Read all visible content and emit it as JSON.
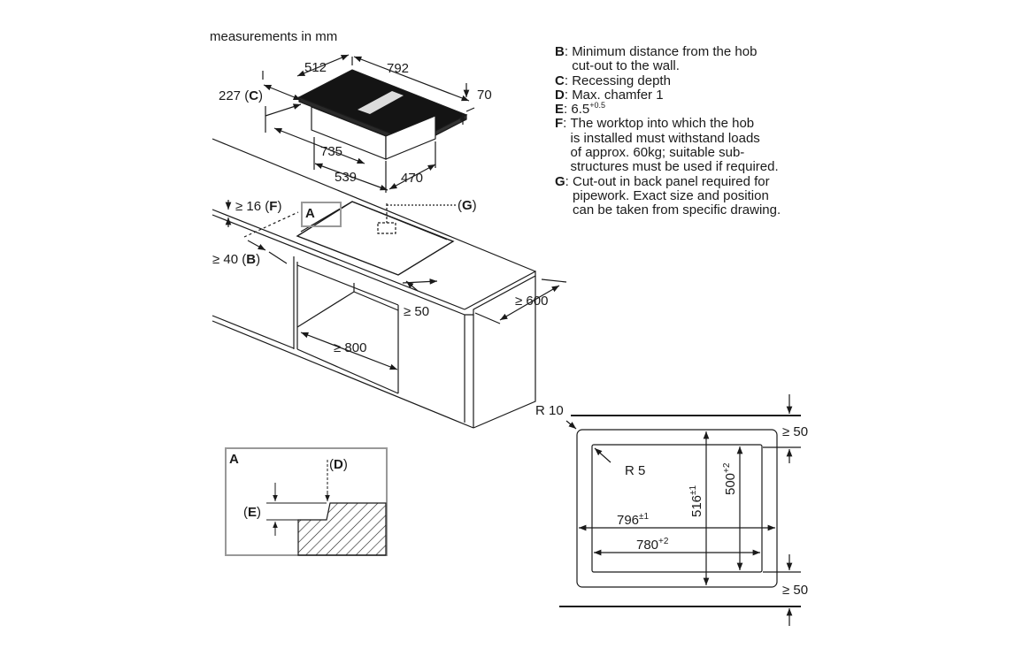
{
  "header": {
    "units": "measurements in mm"
  },
  "notes": [
    {
      "key": "B",
      "lines": [
        "Minimum distance from the hob",
        "cut-out to the wall."
      ]
    },
    {
      "key": "C",
      "lines": [
        "Recessing depth"
      ]
    },
    {
      "key": "D",
      "lines": [
        "Max. chamfer 1"
      ]
    },
    {
      "key": "E",
      "lines": [
        "6.5"
      ],
      "sup": "+0.5"
    },
    {
      "key": "F",
      "lines": [
        "The worktop into which the hob",
        "is installed must withstand loads",
        "of approx. 60kg; suitable sub-",
        "structures must be used if required."
      ]
    },
    {
      "key": "G",
      "lines": [
        "Cut-out in back panel required for",
        "pipework. Exact size and position",
        "can be taken from specific drawing."
      ]
    }
  ],
  "hob_dims": {
    "width": "792",
    "depth": "512",
    "height": "70",
    "recess_value": "227",
    "recess_key": "C",
    "base_width": "735",
    "base_side": "539",
    "base_depth": "470"
  },
  "install_dims": {
    "worktop_thickness_prefix": "≥ 16",
    "worktop_thickness_key": "F",
    "wall_distance_prefix": "≥ 40",
    "wall_distance_key": "B",
    "backpanel_label_key": "G",
    "detail_ref": "A",
    "front_gap": "≥ 50",
    "cabinet_width": "≥ 800",
    "worktop_depth": "≥ 600"
  },
  "detail_a": {
    "title": "A",
    "chamfer_key": "D",
    "step_key": "E"
  },
  "cutout": {
    "outer_radius": "R 10",
    "inner_radius": "R 5",
    "outer_width": "796",
    "outer_width_tol": "±1",
    "inner_width": "780",
    "inner_width_tol": "+2",
    "outer_depth": "516",
    "outer_depth_tol": "±1",
    "inner_depth": "500",
    "inner_depth_tol": "+2",
    "clearance_top": "≥ 50",
    "clearance_bottom": "≥ 50"
  }
}
